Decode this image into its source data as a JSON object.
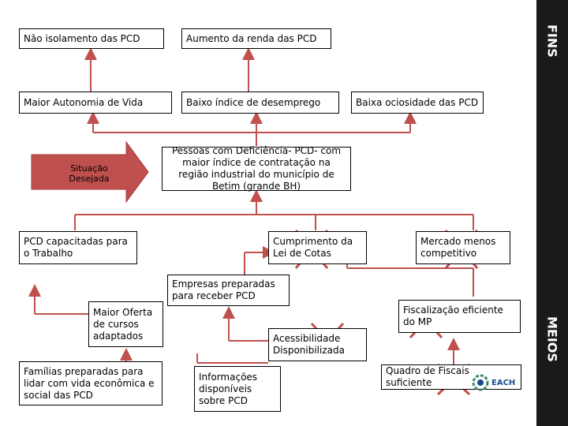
{
  "sidebar": {
    "fins_label": "FINS",
    "meios_label": "MEIOS"
  },
  "fins": {
    "nao_isolamento": "Não isolamento das PCD",
    "aumento_renda": "Aumento da renda das PCD",
    "maior_autonomia": "Maior  Autonomia de Vida",
    "baixo_desemprego": "Baixo índice de desemprego",
    "baixa_ociosidade": "Baixa ociosidade das PCD"
  },
  "situacao_desejada": "Situação Desejada",
  "central_goal": "Pessoas com Deficiência- PCD- com maior índice de contratação na região industrial do município de Betim (grande BH)",
  "meios": {
    "pcd_capacitadas": "PCD capacitadas para o Trabalho",
    "cumprimento_lei": "Cumprimento da Lei de Cotas",
    "mercado_menos": "Mercado menos competitivo",
    "empresas_preparadas": "Empresas preparadas para receber PCD",
    "maior_oferta": "Maior Oferta de cursos adaptados",
    "fiscalizacao": "Fiscalização eficiente do MP",
    "acessibilidade": "Acessibilidade Disponibilizada",
    "familias": "Famílias preparadas para lidar com vida  econômica e social das PCD",
    "informacoes": "Informações disponíveis sobre PCD",
    "quadro_fiscais": "Quadro de Fiscais suficiente"
  },
  "logo_text": "EACH",
  "colors": {
    "arrow_red": "#c0504d",
    "cross_red": "#c0504d",
    "sidebar": "#1a1a1a",
    "situacao_arrow": "#c0504d"
  }
}
